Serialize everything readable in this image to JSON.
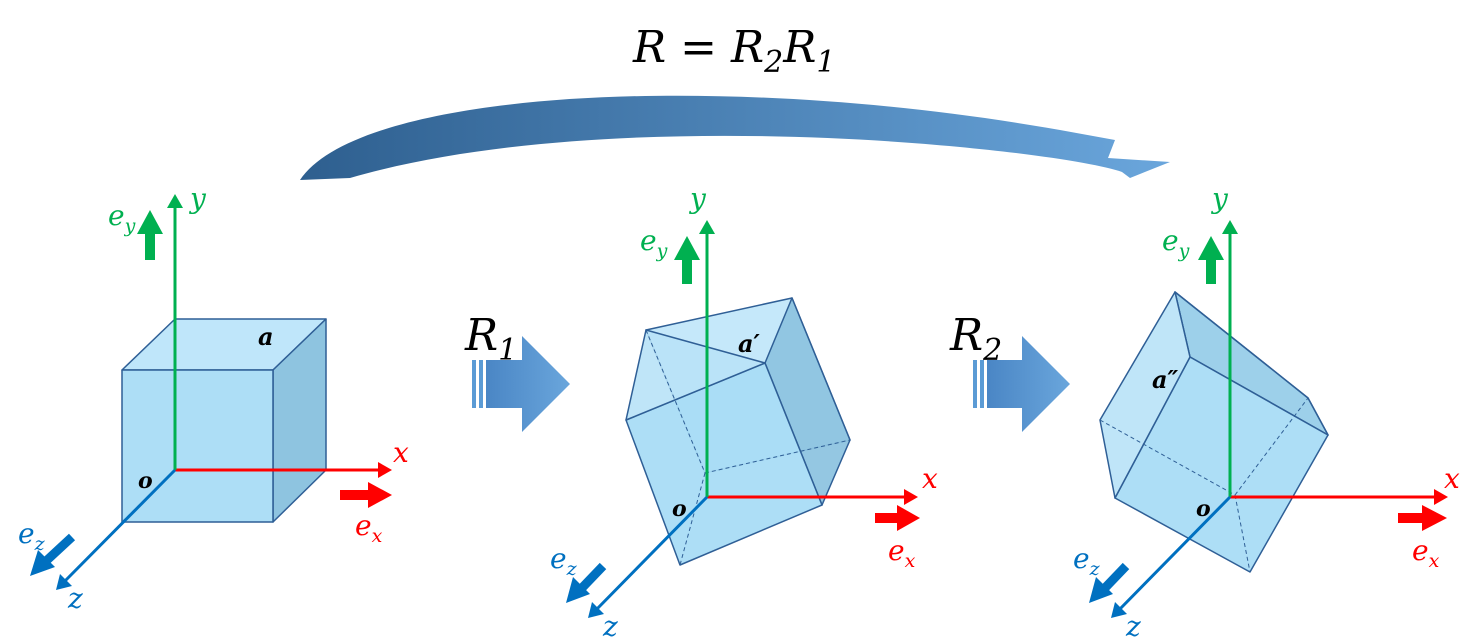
{
  "title": {
    "prefix": "R = R",
    "sub1": "2",
    "mid": "R",
    "sub2": "1"
  },
  "colors": {
    "x_axis": "#ff0000",
    "y_axis": "#00b050",
    "z_axis": "#0070c0",
    "cube_front": "#a9dcf5",
    "cube_side": "#8ec4e0",
    "cube_top": "#bfe6fa",
    "cube_edge": "#2f5f96",
    "arrow_fill": "#5b9bd5",
    "curved_arrow_dark": "#2e5f8f"
  },
  "panels": [
    {
      "x_label": "x",
      "y_label": "y",
      "z_label": "z",
      "ex_label": "e",
      "ex_sub": "x",
      "ey_label": "e",
      "ey_sub": "y",
      "ez_label": "e",
      "ez_sub": "z",
      "origin_label": "o",
      "vector_label": "a"
    },
    {
      "x_label": "x",
      "y_label": "y",
      "z_label": "z",
      "ex_label": "e",
      "ex_sub": "x",
      "ey_label": "e",
      "ey_sub": "y",
      "ez_label": "e",
      "ez_sub": "z",
      "origin_label": "o",
      "vector_label": "a′"
    },
    {
      "x_label": "x",
      "y_label": "y",
      "z_label": "z",
      "ex_label": "e",
      "ex_sub": "x",
      "ey_label": "e",
      "ey_sub": "y",
      "ez_label": "e",
      "ez_sub": "z",
      "origin_label": "o",
      "vector_label": "a″"
    }
  ],
  "transitions": [
    {
      "label": "R",
      "sub": "1"
    },
    {
      "label": "R",
      "sub": "2"
    }
  ]
}
